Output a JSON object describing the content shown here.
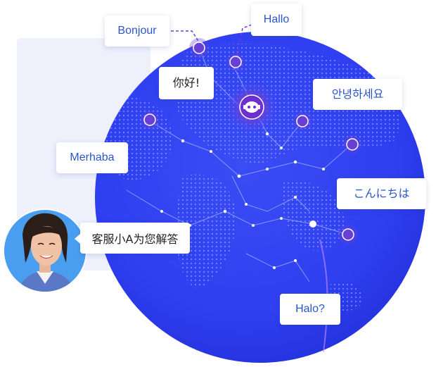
{
  "greetings": {
    "bonjour": "Bonjour",
    "hallo": "Hallo",
    "nihao": "你好!",
    "annyeong": "안녕하세요",
    "merhaba": "Merhaba",
    "konnichiwa": "こんにちは",
    "halo": "Halo?"
  },
  "agent_message": "客服小A为您解答",
  "colors": {
    "globe": "#2f3ff0",
    "globe_dark": "#1a22c8",
    "node": "#6a3fd6",
    "text_blue": "#2a56c9",
    "panel": "#eef1fb"
  },
  "icons": {
    "center_logo": "robot-face-icon",
    "avatar": "customer-service-agent-avatar"
  }
}
